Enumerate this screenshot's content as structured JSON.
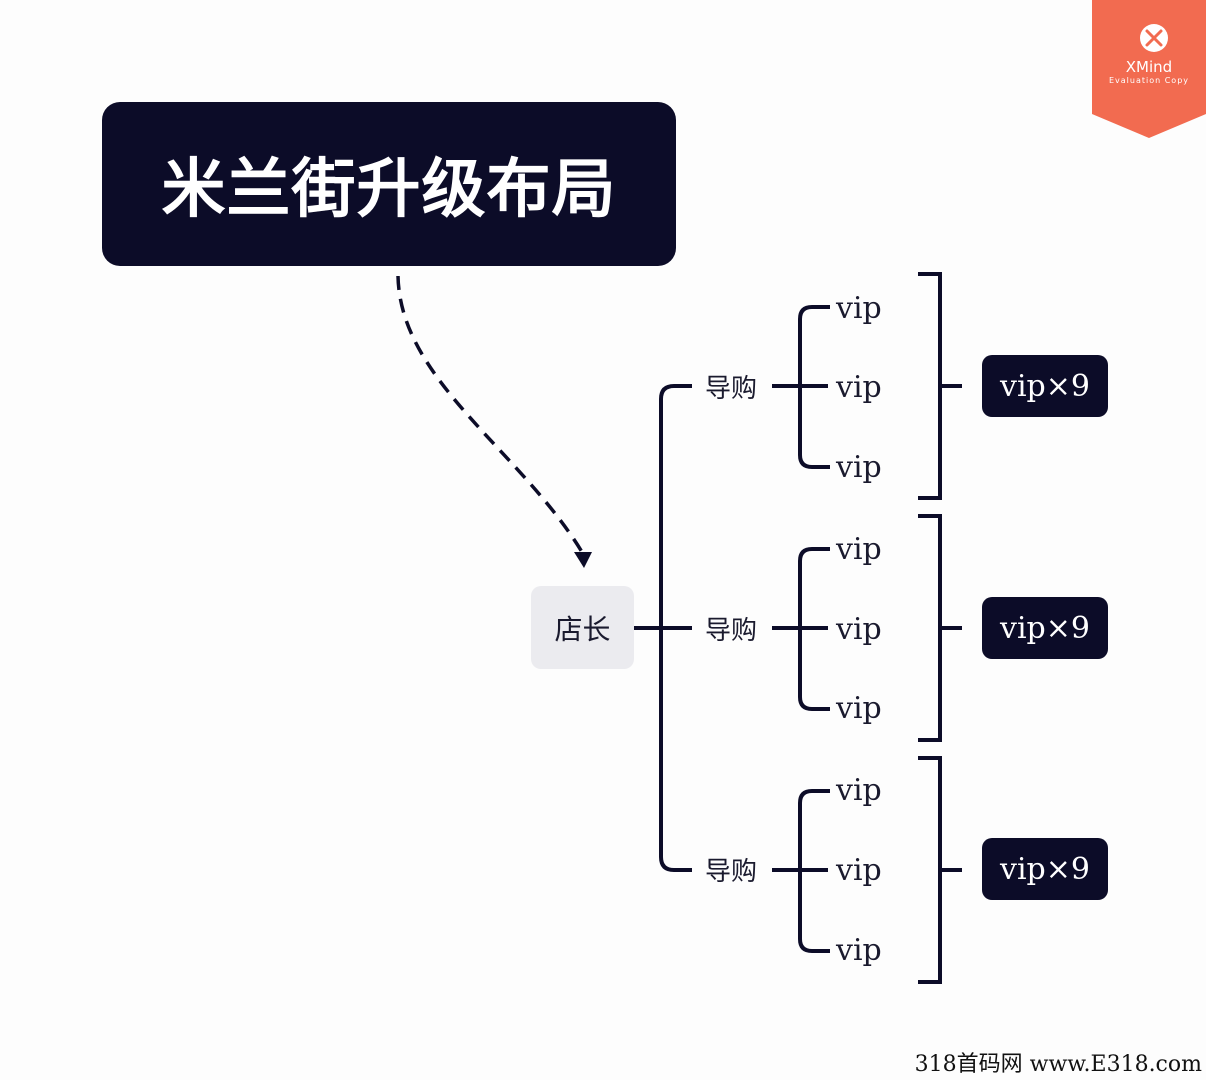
{
  "title": "米兰街升级布局",
  "root": "店长",
  "branches": [
    {
      "label": "导购",
      "children": [
        "vip",
        "vip",
        "vip"
      ],
      "summary": "vip×9"
    },
    {
      "label": "导购",
      "children": [
        "vip",
        "vip",
        "vip"
      ],
      "summary": "vip×9"
    },
    {
      "label": "导购",
      "children": [
        "vip",
        "vip",
        "vip"
      ],
      "summary": "vip×9"
    }
  ],
  "badge": {
    "brand": "XMind",
    "note": "Evaluation Copy",
    "icon": "xmind-logo-icon",
    "color": "#f26b50"
  },
  "watermark": "318首码网  www.E318.com",
  "colors": {
    "dark": "#0c0c28",
    "line": "#0c0c28",
    "root_bg": "#ebebef"
  }
}
